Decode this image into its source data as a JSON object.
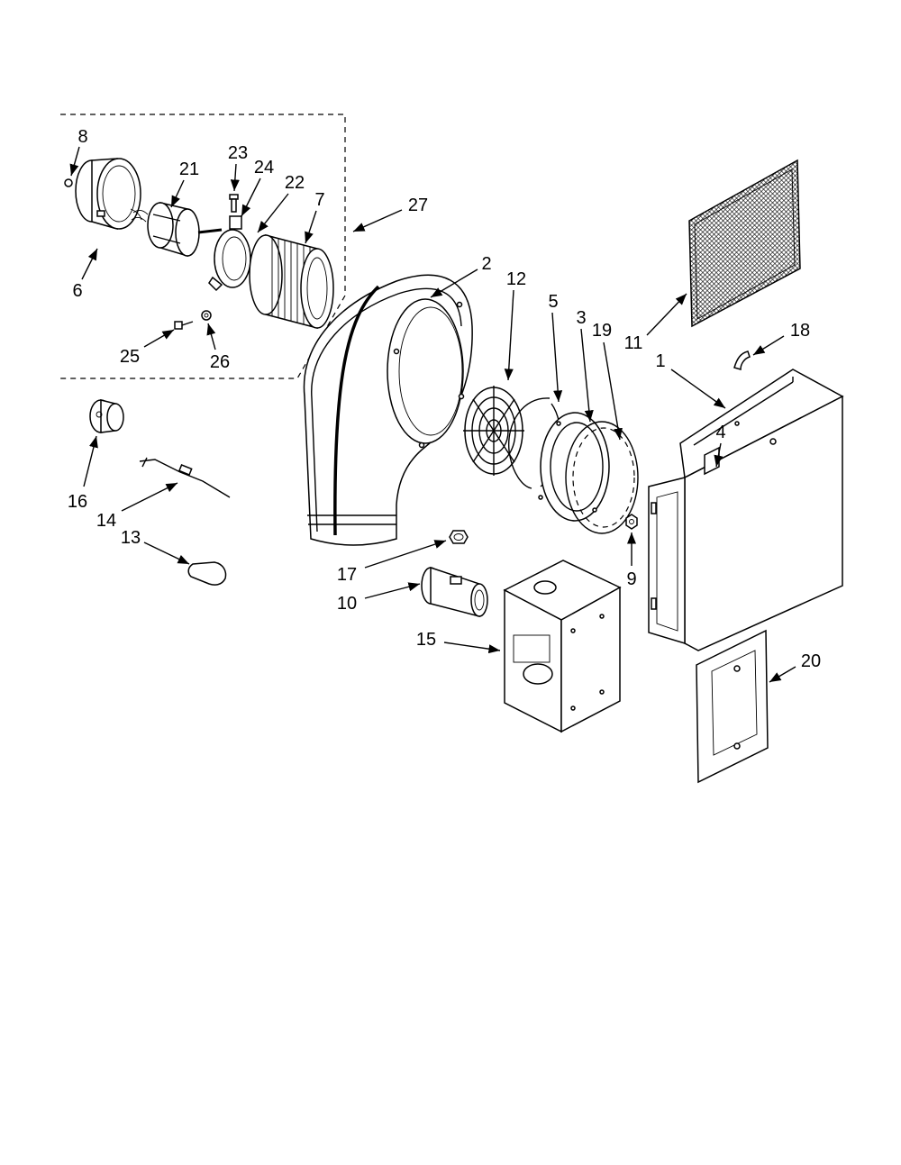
{
  "colors": {
    "line": "#000000",
    "background": "#ffffff"
  },
  "callouts": [
    "8",
    "21",
    "23",
    "24",
    "22",
    "7",
    "27",
    "6",
    "25",
    "26",
    "2",
    "12",
    "5",
    "3",
    "19",
    "11",
    "18",
    "1",
    "4",
    "16",
    "14",
    "13",
    "17",
    "10",
    "9",
    "15",
    "20"
  ]
}
